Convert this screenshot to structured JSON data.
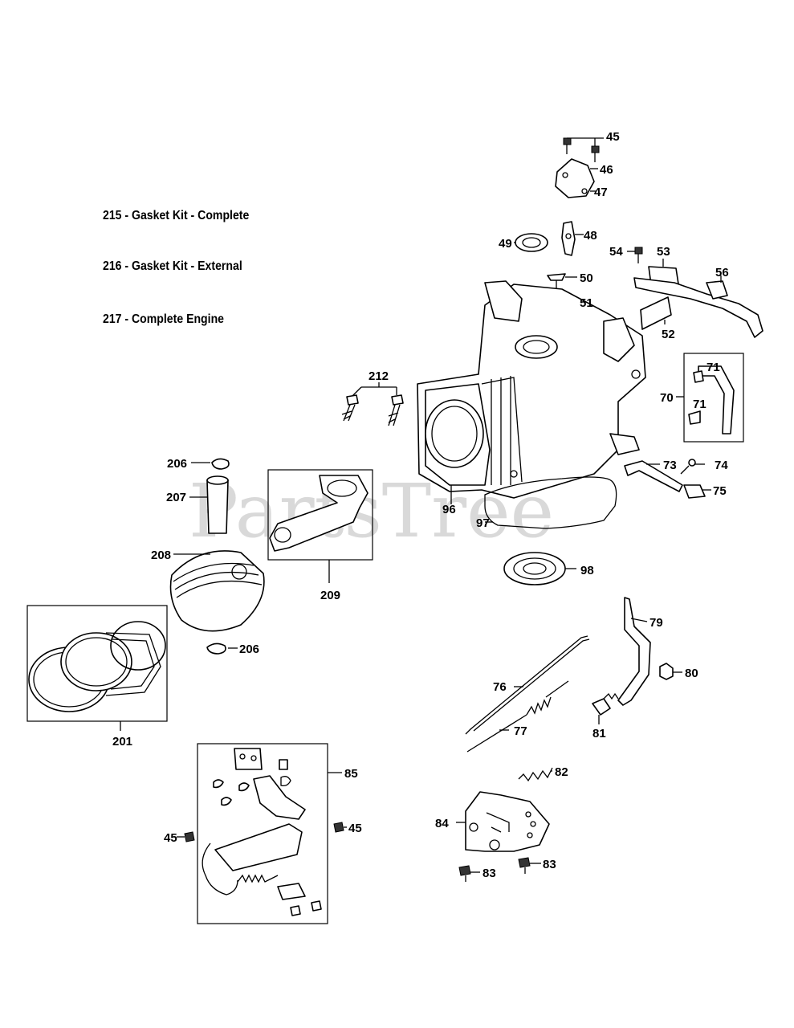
{
  "legend": [
    "215 - Gasket Kit - Complete",
    "216 - Gasket Kit - External",
    "217 - Complete Engine"
  ],
  "watermark": "PartsTree",
  "callouts": {
    "c45a": "45",
    "c46": "46",
    "c47": "47",
    "c48": "48",
    "c49": "49",
    "c50": "50",
    "c51": "51",
    "c52": "52",
    "c53": "53",
    "c54": "54",
    "c56": "56",
    "c70": "70",
    "c71a": "71",
    "c71b": "71",
    "c73": "73",
    "c74": "74",
    "c75": "75",
    "c96": "96",
    "c97": "97",
    "c98": "98",
    "c212": "212",
    "c206a": "206",
    "c206b": "206",
    "c207": "207",
    "c208": "208",
    "c209": "209",
    "c201": "201",
    "c79": "79",
    "c80": "80",
    "c76": "76",
    "c77": "77",
    "c81": "81",
    "c82": "82",
    "c85": "85",
    "c45b": "45",
    "c45c": "45",
    "c84": "84",
    "c83a": "83",
    "c83b": "83"
  }
}
